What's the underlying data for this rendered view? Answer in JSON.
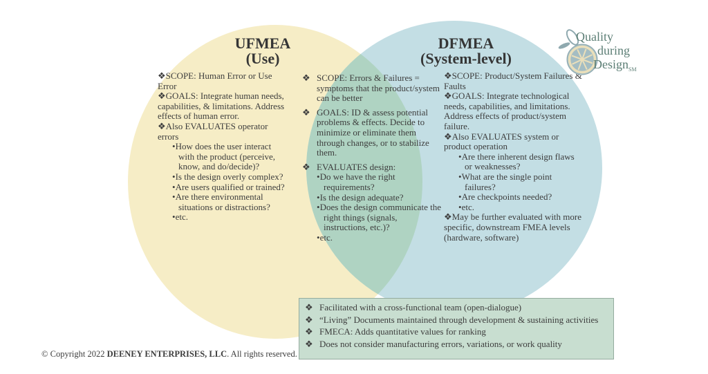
{
  "icons": {
    "diamond": "❖",
    "dot": "•"
  },
  "colors": {
    "left_circle": "#f6edc6",
    "right_circle": "#c3dee4",
    "overlap": "#afd3c2",
    "box_bg": "#c8ded0",
    "box_border": "#94ac9e",
    "text": "#3d3d3d",
    "logo_text": "#5c7e75",
    "logo_slate": "#8fa9af",
    "logo_cream": "#eadfba"
  },
  "left": {
    "title_line1": "UFMEA",
    "title_line2": "(Use)",
    "scope": "❖SCOPE: Human Error or Use Error",
    "goals": "❖GOALS: Integrate human needs, capabilities, & limitations. Address effects of human error.",
    "evaluates": "❖Also EVALUATES operator errors",
    "evaluates_items": [
      "How does the user interact with the product (perceive, know, and do/decide)?",
      "Is the design overly complex?",
      "Are users qualified or trained?",
      "Are there environmental situations or distractions?",
      "etc."
    ]
  },
  "middle": {
    "scope": "SCOPE: Errors & Failures = symptoms that the product/system can be better",
    "goals": "GOALS: ID & assess potential problems & effects. Decide to minimize or eliminate them through changes, or to stabilize them.",
    "evaluates": "EVALUATES design:",
    "evaluates_items": [
      "Do we have the right requirements?",
      "Is the design adequate?",
      "Does the design communicate the right things (signals, instructions, etc.)?",
      "etc."
    ]
  },
  "right": {
    "title_line1": "DFMEA",
    "title_line2": "(System-level)",
    "scope": "❖SCOPE: Product/System Failures & Faults",
    "goals": "❖GOALS: Integrate technological needs, capabilities, and limitations. Address effects of product/system failure.",
    "evaluates": "❖Also EVALUATES system or product operation",
    "evaluates_items": [
      "Are there inherent design flaws or weaknesses?",
      "What are the single point failures?",
      "Are checkpoints needed?",
      "etc."
    ],
    "further": "❖May be further evaluated with more specific, downstream FMEA levels (hardware, software)"
  },
  "shared_box": {
    "items": [
      "Facilitated with a cross-functional team (open-dialogue)",
      "“Living” Documents maintained through development & sustaining activities",
      "FMECA: Adds quantitative values for ranking",
      "Does not consider manufacturing errors, variations, or work quality"
    ]
  },
  "footer": {
    "prefix": "© Copyright 2022 ",
    "company": "DEENEY ENTERPRISES, LLC",
    "suffix": ". All rights reserved."
  },
  "logo": {
    "line1": "Quality",
    "line2": "during",
    "line3": "Design",
    "mark": "SM"
  }
}
